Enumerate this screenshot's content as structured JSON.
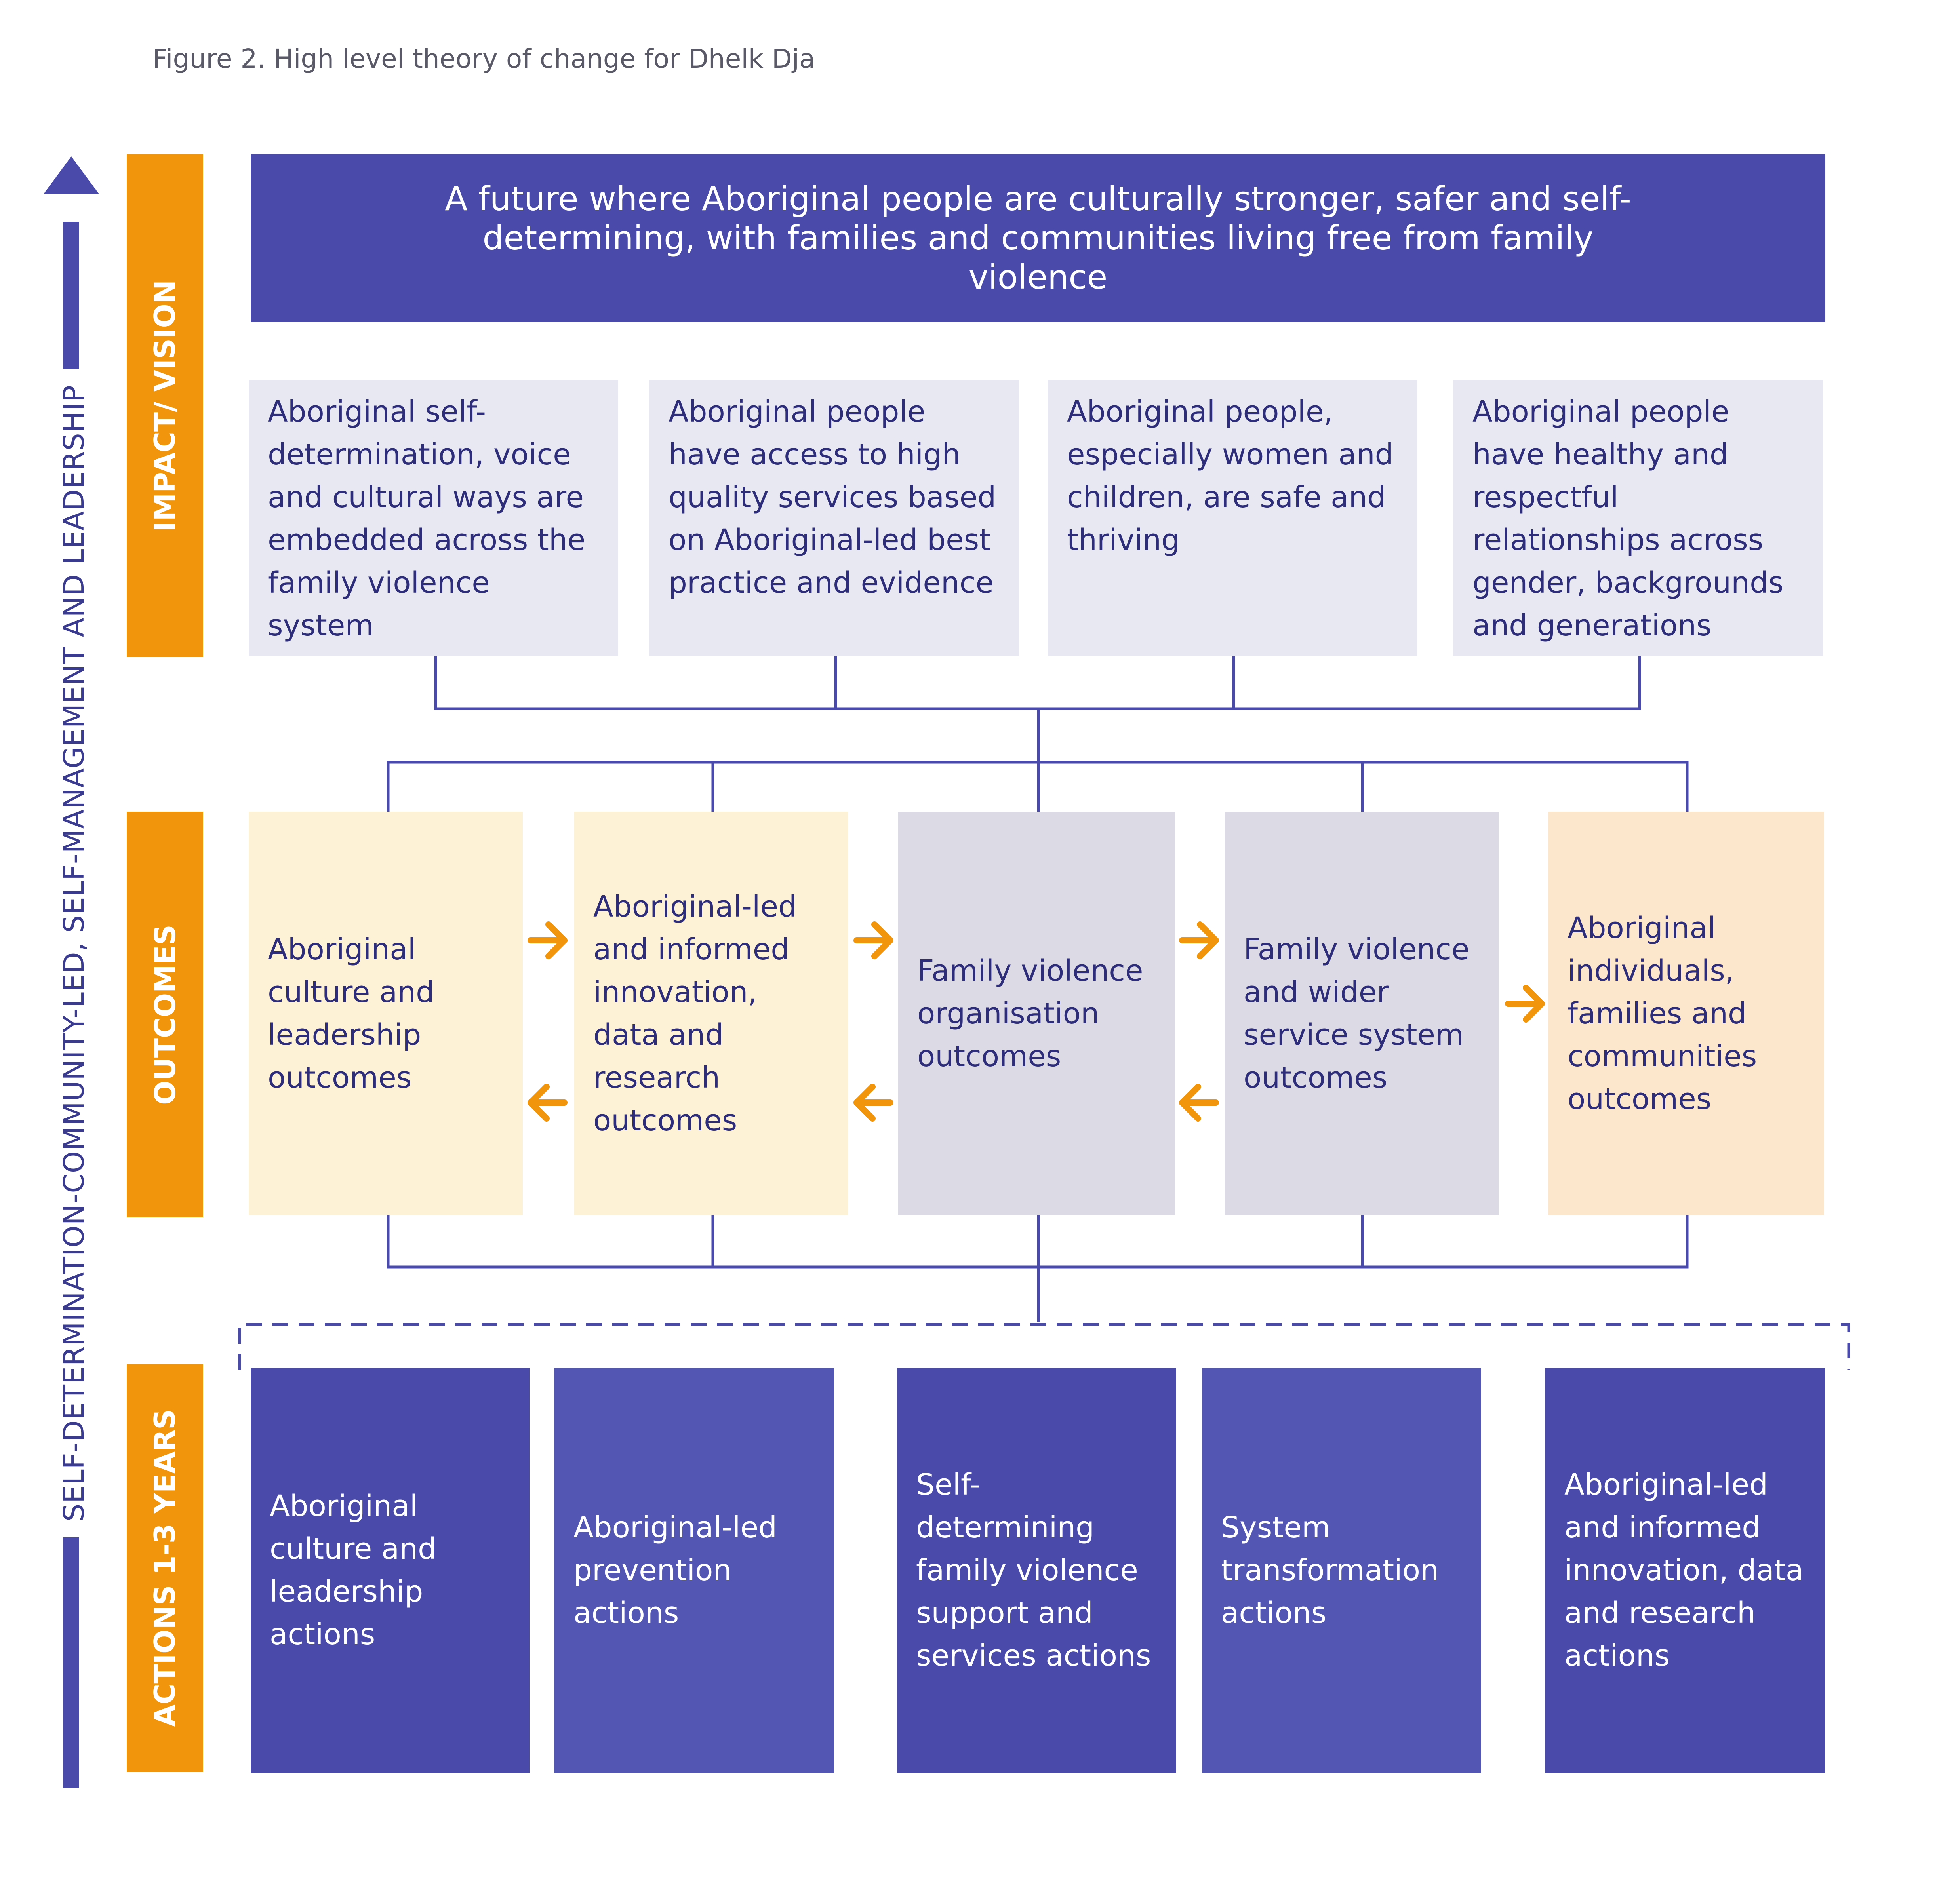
{
  "caption": "Figure 2. High level theory of change for Dhelk Dja",
  "side_label": "SELF-DETERMINATION-COMMUNITY-LED, SELF-MANAGEMENT AND LEADERSHIP",
  "bands": {
    "impact": "IMPACT/ VISION",
    "outcomes": "OUTCOMES",
    "actions": "ACTIONS 1-3 YEARS"
  },
  "vision": "A future where Aboriginal people are culturally stronger, safer and self-determining, with families and communities living free from family violence",
  "impacts": [
    "Aboriginal self-determination, voice and cultural ways are embedded across the family violence system",
    "Aboriginal people have access to high quality services based on Aboriginal-led best practice and evidence",
    "Aboriginal people, especially women and children, are safe and thriving",
    "Aboriginal people have healthy and respectful relationships across gender, backgrounds and generations"
  ],
  "outcomes": [
    "Aboriginal culture and leadership outcomes",
    "Aboriginal-led and informed innovation, data and research outcomes",
    "Family violence organisation outcomes",
    "Family violence and wider service system outcomes",
    "Aboriginal individuals, families and communities outcomes"
  ],
  "actions": [
    "Aboriginal culture and leadership actions",
    "Aboriginal-led prevention actions",
    "Self-determining family violence support and services actions",
    "System transformation actions",
    "Aboriginal-led and informed innovation, data and research actions"
  ],
  "colors": {
    "navy": "#4a4aaa",
    "action_alt": "#5356b3",
    "orange": "#f0950c",
    "impact_bg": "#e8e8f3",
    "outcome_cream": "#fdf1d6",
    "outcome_grey": "#dcdae4",
    "outcome_peach": "#fde7cc",
    "text_dark": "#2d2d7a"
  }
}
